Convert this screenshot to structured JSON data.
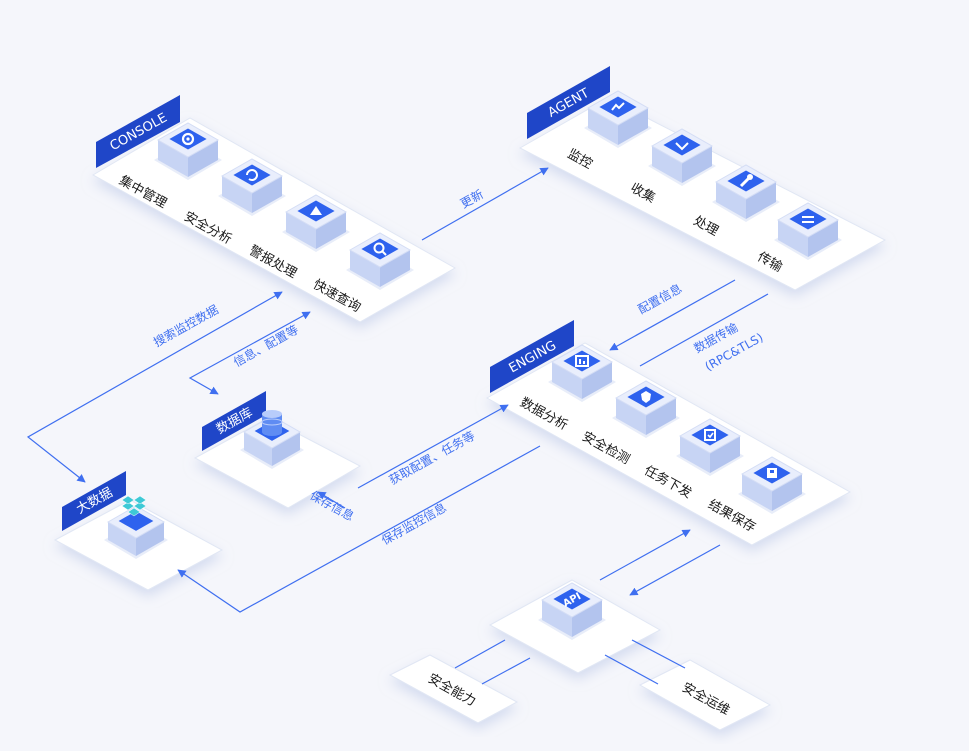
{
  "colors": {
    "background": "#f5f6fb",
    "tile": "#ffffff",
    "tile_edge": "#dfe5f3",
    "badge": "#1f46c8",
    "badge_text": "#ffffff",
    "connector": "#3f6ff0",
    "connector_text": "#3f6ff0",
    "cube_top": "#e9eefc",
    "cube_side": "#c7d4f4",
    "icon": "#2e62ee",
    "label": "#1a1a1a"
  },
  "console": {
    "title": "CONSOLE",
    "items": [
      {
        "label": "集中管理",
        "icon": "gear-icon"
      },
      {
        "label": "安全分析",
        "icon": "refresh-icon"
      },
      {
        "label": "警报处理",
        "icon": "alarm-icon"
      },
      {
        "label": "快速查询",
        "icon": "search-icon"
      }
    ]
  },
  "agent": {
    "title": "AGENT",
    "items": [
      {
        "label": "监控",
        "icon": "monitor-icon"
      },
      {
        "label": "收集",
        "icon": "collect-icon"
      },
      {
        "label": "处理",
        "icon": "wrench-icon"
      },
      {
        "label": "传输",
        "icon": "transfer-icon"
      }
    ]
  },
  "engine": {
    "title": "ENGING",
    "items": [
      {
        "label": "数据分析",
        "icon": "chart-icon"
      },
      {
        "label": "安全检测",
        "icon": "shield-icon"
      },
      {
        "label": "任务下发",
        "icon": "task-icon"
      },
      {
        "label": "结果保存",
        "icon": "save-icon"
      }
    ]
  },
  "database": {
    "title": "数据库",
    "icon": "database-icon"
  },
  "bigdata": {
    "title": "大数据",
    "icon": "cubes-icon"
  },
  "api": {
    "label": "API",
    "icon": "api-icon"
  },
  "outputs": {
    "left": "安全能力",
    "right": "安全运维"
  },
  "connectors": {
    "update": "更新",
    "search_monitor": "搜索监控数据",
    "info_config": "信息、配置等",
    "config_info": "配置信息",
    "data_transfer_1": "数据传输",
    "data_transfer_2": "(RPC&TLS)",
    "get_config_task": "获取配置、任务等",
    "save_info": "保存信息",
    "save_monitor": "保存监控信息"
  }
}
